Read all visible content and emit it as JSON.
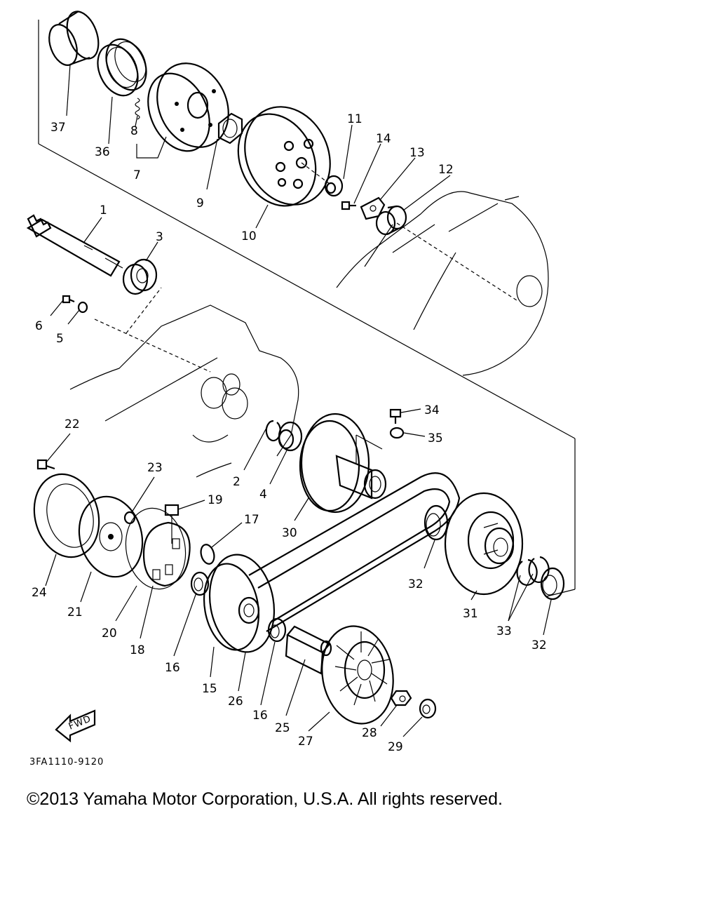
{
  "callouts": {
    "c1": "1",
    "c2": "2",
    "c3": "3",
    "c4": "4",
    "c5": "5",
    "c6": "6",
    "c7": "7",
    "c8": "8",
    "c9": "9",
    "c10": "10",
    "c11": "11",
    "c12": "12",
    "c13": "13",
    "c14": "14",
    "c15": "15",
    "c16a": "16",
    "c16b": "16",
    "c17": "17",
    "c18": "18",
    "c19": "19",
    "c20": "20",
    "c21": "21",
    "c22": "22",
    "c23": "23",
    "c24": "24",
    "c25": "25",
    "c26": "26",
    "c27": "27",
    "c28": "28",
    "c29": "29",
    "c30": "30",
    "c31": "31",
    "c32a": "32",
    "c32b": "32",
    "c33": "33",
    "c34": "34",
    "c35": "35",
    "c36": "36",
    "c37": "37"
  },
  "fwd_label": "FWD",
  "diagram_ref": "3FA1110-9120",
  "copyright": "©2013 Yamaha Motor Corporation, U.S.A. All rights reserved."
}
